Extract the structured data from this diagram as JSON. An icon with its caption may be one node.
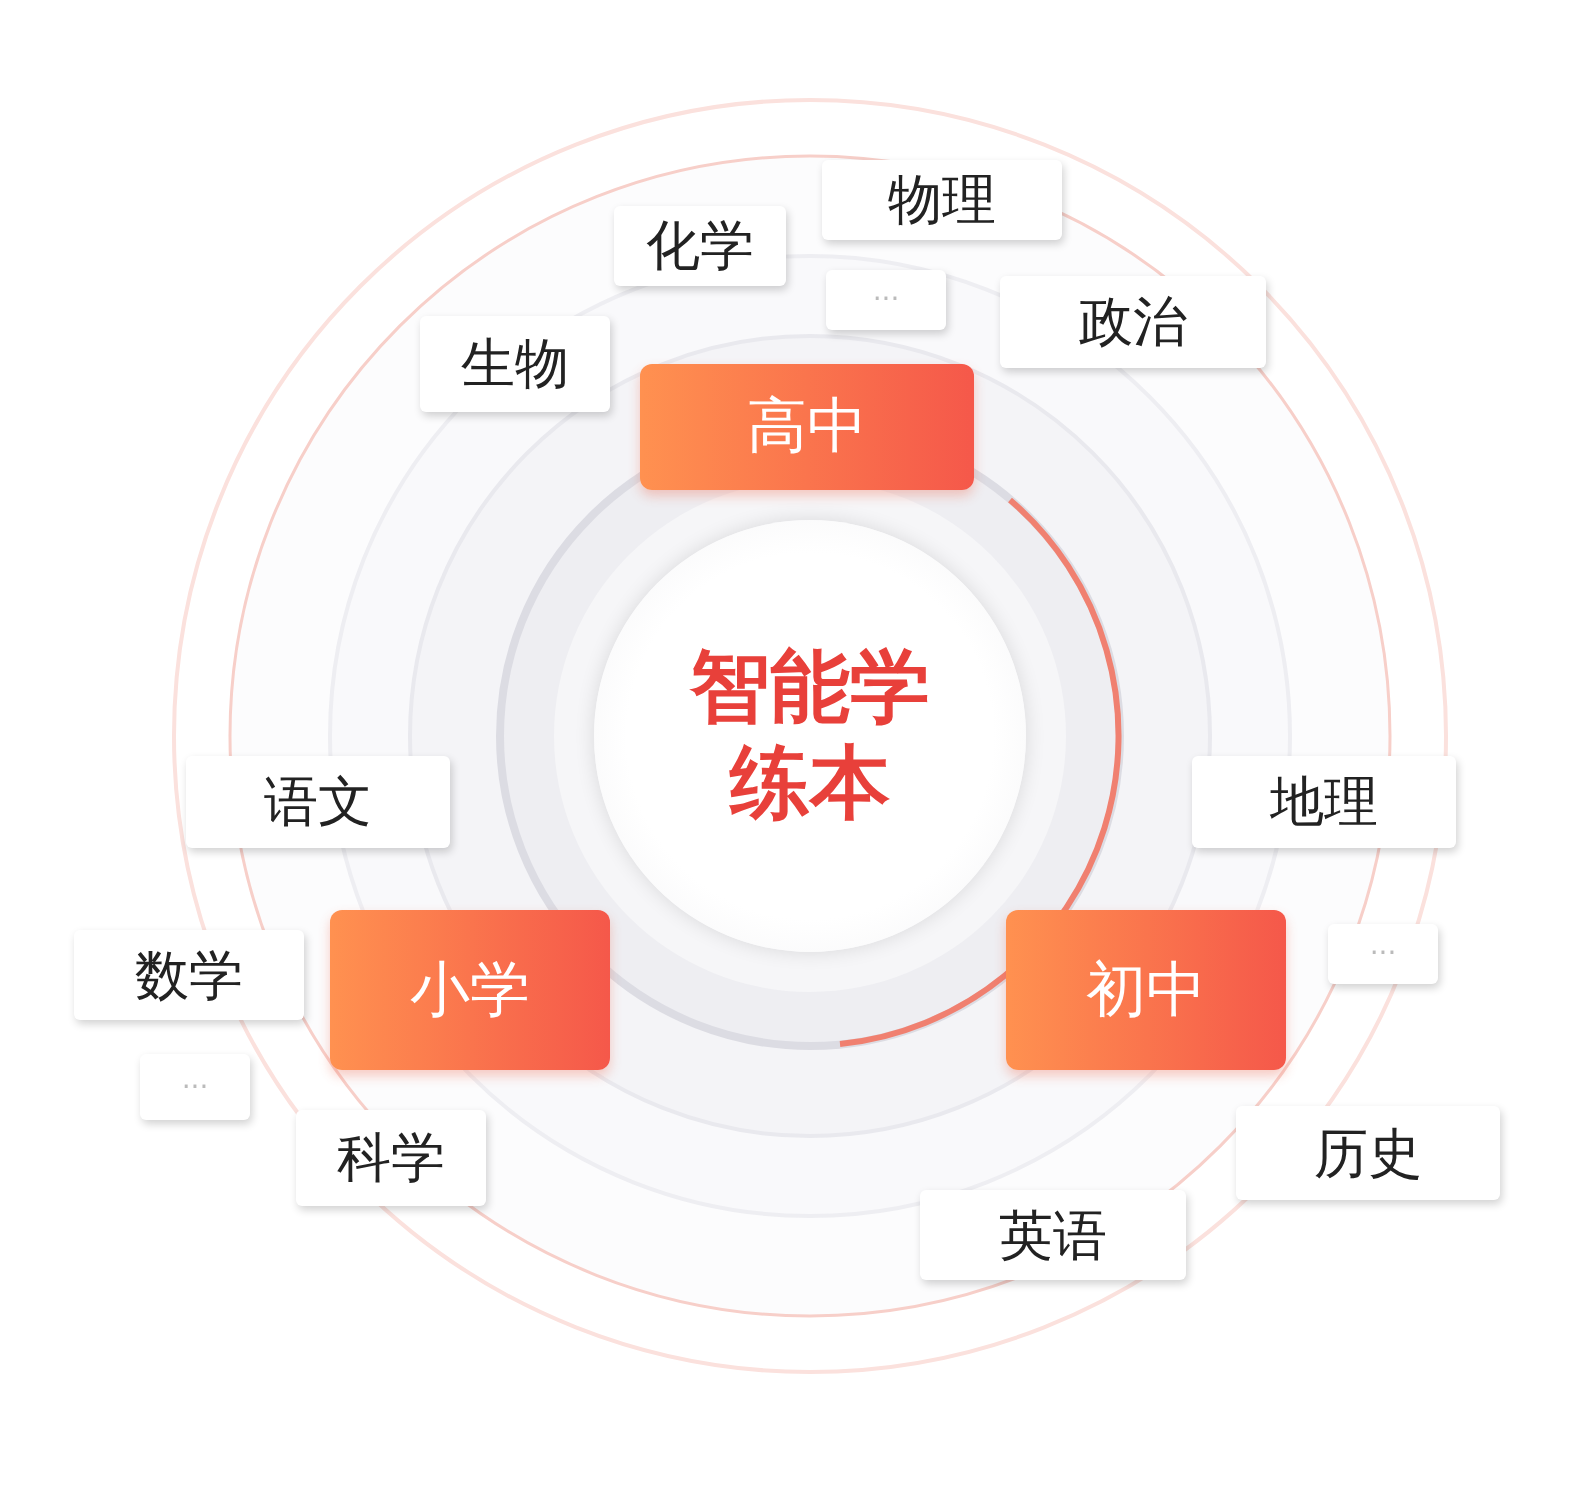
{
  "diagram": {
    "nodes": [
      {
        "text": [
          "物理"
        ]
      },
      {
        "text": [
          "化学"
        ]
      },
      {
        "text": [
          "···"
        ]
      },
      {
        "text": [
          "政治"
        ]
      },
      {
        "text": [
          "生物"
        ]
      },
      {
        "text": [
          "高中"
        ]
      },
      {
        "text": [
          "智能学练本"
        ]
      },
      {
        "text": [
          "语文"
        ]
      },
      {
        "text": [
          "地理"
        ]
      },
      {
        "text": [
          "数学"
        ]
      },
      {
        "text": [
          "小学"
        ]
      },
      {
        "text": [
          "初中"
        ]
      },
      {
        "text": [
          "···"
        ]
      },
      {
        "text": [
          "···"
        ]
      },
      {
        "text": [
          "科学"
        ]
      },
      {
        "text": [
          "历史"
        ]
      },
      {
        "text": [
          "英语"
        ]
      }
    ]
  }
}
